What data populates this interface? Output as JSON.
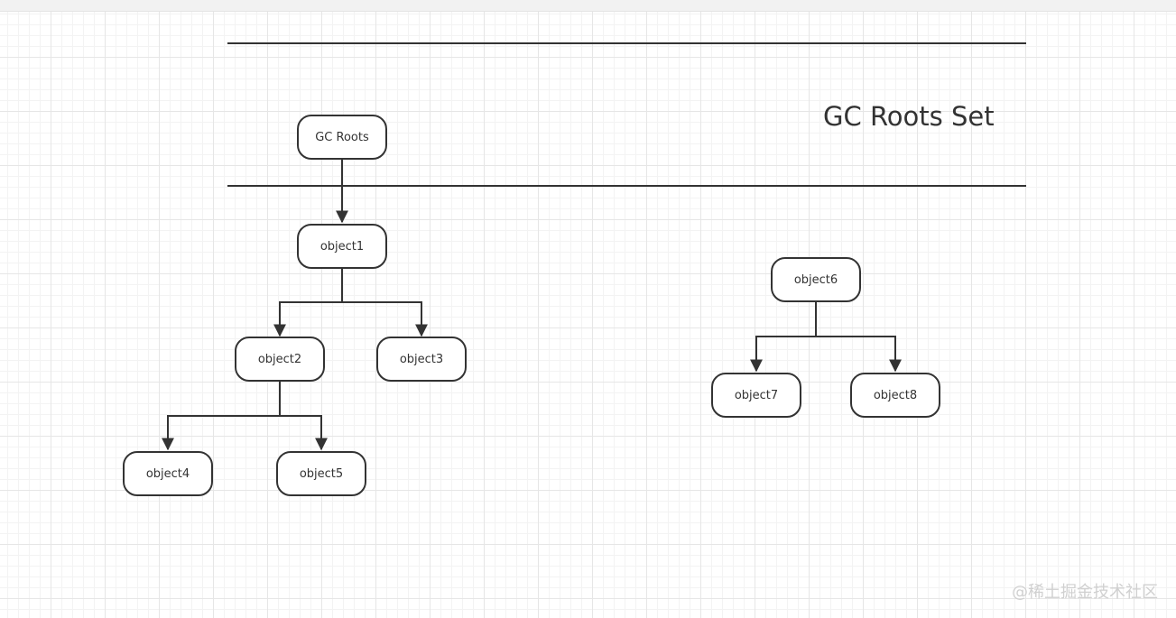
{
  "diagram": {
    "set_label": "GC Roots Set",
    "nodes": {
      "gc_roots": "GC Roots",
      "object1": "object1",
      "object2": "object2",
      "object3": "object3",
      "object4": "object4",
      "object5": "object5",
      "object6": "object6",
      "object7": "object7",
      "object8": "object8"
    }
  },
  "watermark": "@稀土掘金技术社区",
  "colors": {
    "stroke": "#333333",
    "grid_major": "#e6e6e6",
    "grid_minor": "#f3f3f3",
    "watermark": "#d0d0d0"
  }
}
